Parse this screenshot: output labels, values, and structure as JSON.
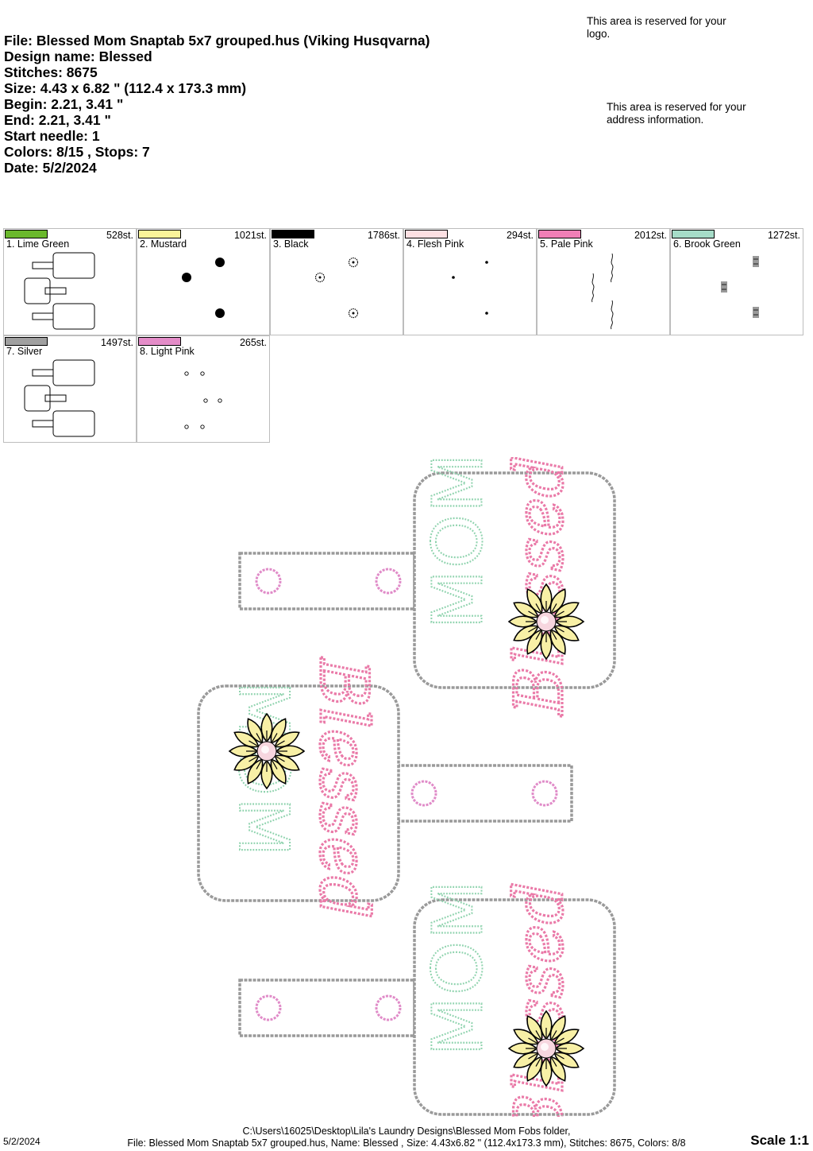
{
  "info": {
    "file": "File: Blessed Mom Snaptab 5x7 grouped.hus  (Viking Husqvarna)",
    "design_name": "Design name: Blessed",
    "stitches": "Stitches: 8675",
    "size": "Size: 4.43 x 6.82 \" (112.4 x 173.3 mm)",
    "begin": "Begin: 2.21, 3.41 \"",
    "end": "End: 2.21, 3.41 \"",
    "start_needle": "Start needle: 1",
    "colors": "Colors: 8/15 , Stops: 7",
    "date": "Date: 5/2/2024"
  },
  "reserved": {
    "logo": "This area is reserved for your logo.",
    "address": "This area is reserved for your address information."
  },
  "colors": [
    {
      "name": "1. Lime Green",
      "stitches": "528st.",
      "hex": "#6ab82c",
      "thumb": "shapes"
    },
    {
      "name": "2. Mustard",
      "stitches": "1021st.",
      "hex": "#fbf49a",
      "thumb": "dots-big"
    },
    {
      "name": "3. Black",
      "stitches": "1786st.",
      "hex": "#000000",
      "thumb": "flowers"
    },
    {
      "name": "4. Flesh Pink",
      "stitches": "294st.",
      "hex": "#fde0e3",
      "thumb": "dots-small"
    },
    {
      "name": "5. Pale Pink",
      "stitches": "2012st.",
      "hex": "#f07fb6",
      "thumb": "script"
    },
    {
      "name": "6. Brook Green",
      "stitches": "1272st.",
      "hex": "#a6dcc8",
      "thumb": "mom"
    },
    {
      "name": "7. Silver",
      "stitches": "1497st.",
      "hex": "#a0a0a0",
      "thumb": "shapes"
    },
    {
      "name": "8. Light Pink",
      "stitches": "265st.",
      "hex": "#e48cc8",
      "thumb": "rings"
    }
  ],
  "design": {
    "script_text": "Blessed",
    "word_text": "MOM",
    "outline_color": "#9a9a9a",
    "script_color": "#ea7aa8",
    "word_color": "#8fd3ae",
    "petal_color": "#f8f0a6",
    "ring_color": "#e08bc8",
    "center_color": "#f7d6df"
  },
  "footer": {
    "date": "5/2/2024",
    "path": "C:\\Users\\16025\\Desktop\\Lila's Laundry Designs\\Blessed Mom Fobs folder,",
    "summary": "File: Blessed Mom Snaptab 5x7 grouped.hus, Name: Blessed , Size: 4.43x6.82 \" (112.4x173.3 mm), Stitches: 8675, Colors: 8/8",
    "scale": "Scale 1:1"
  }
}
